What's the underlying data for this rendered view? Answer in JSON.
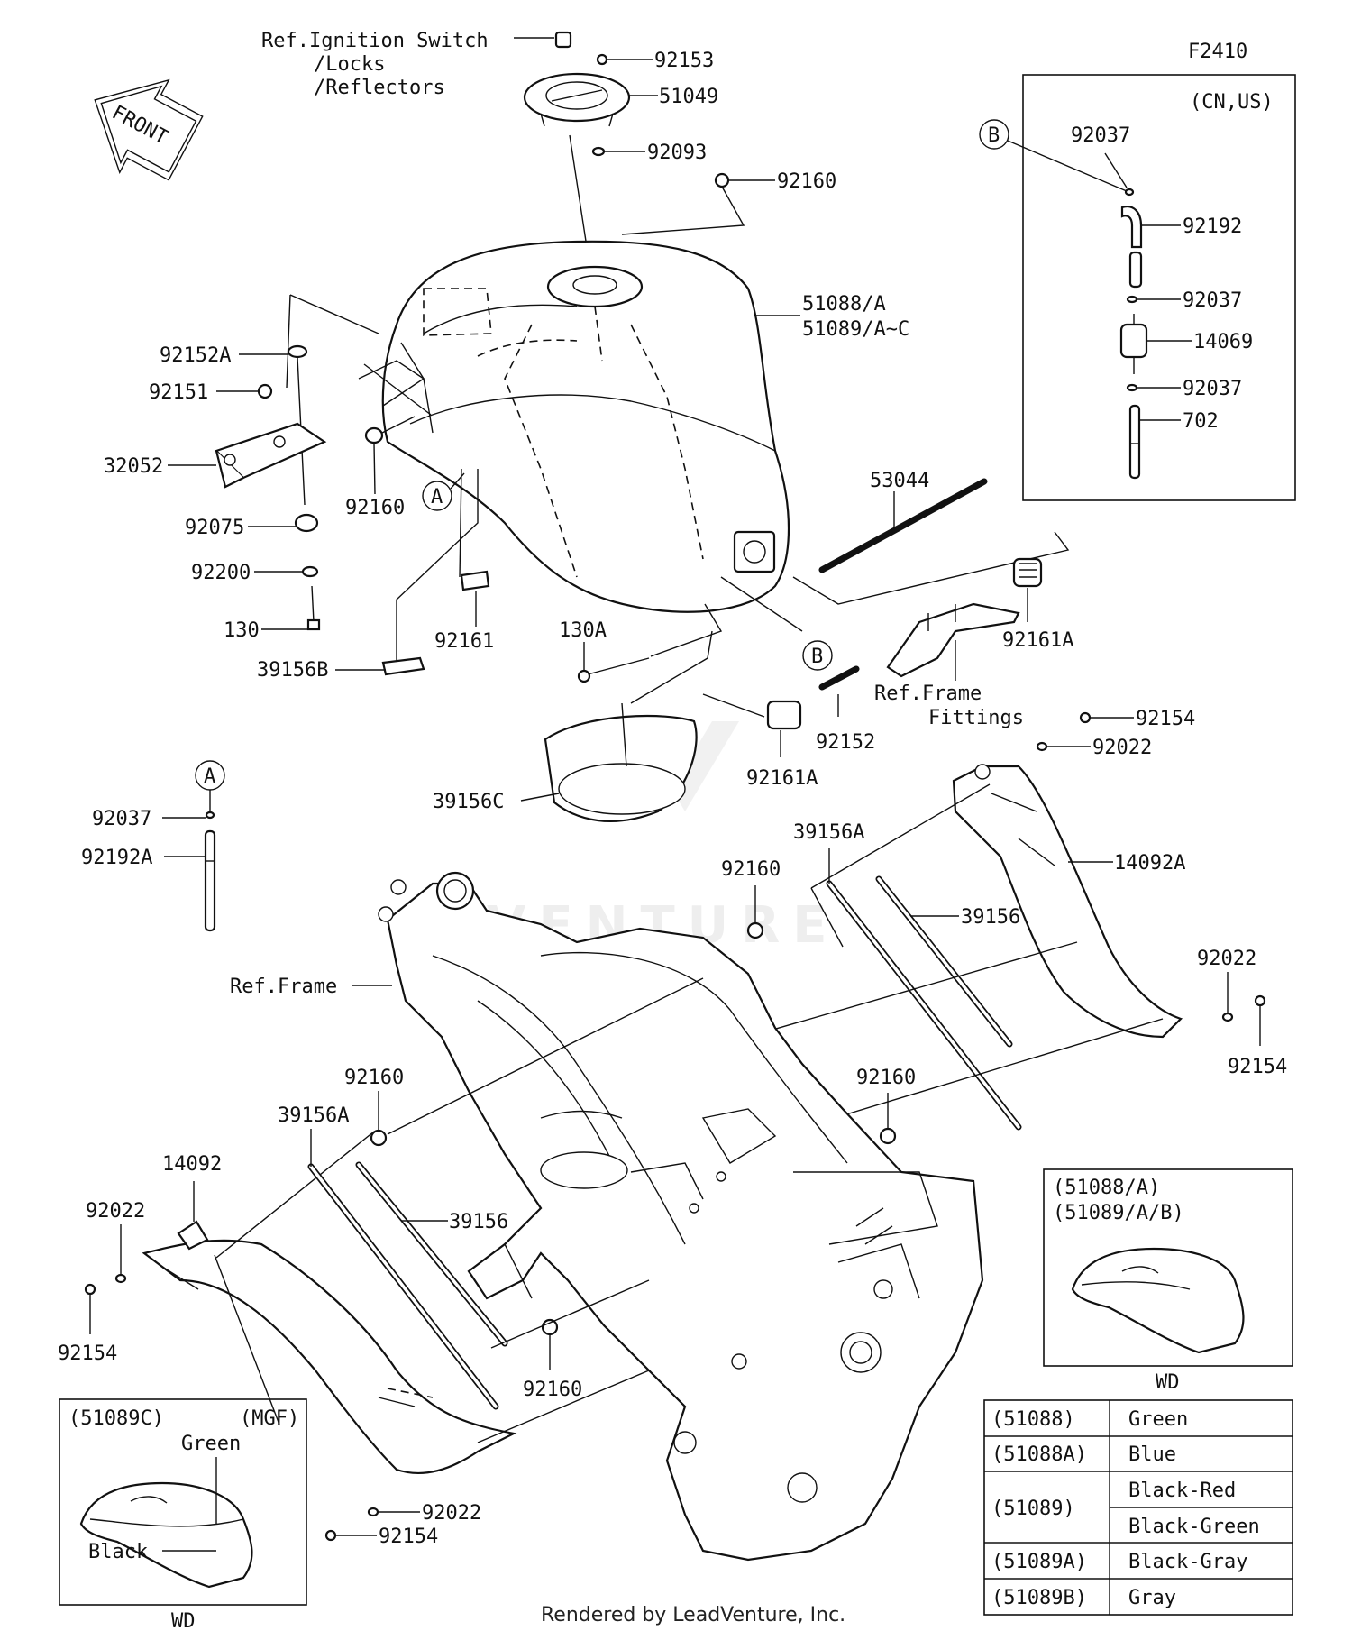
{
  "diagram_id": "F2410",
  "front_label": "FRONT",
  "footer": "Rendered by LeadVenture, Inc.",
  "refs": {
    "ignition": [
      "Ref.Ignition Switch",
      "/Locks",
      "/Reflectors"
    ],
    "frame_fittings": [
      "Ref.Frame",
      "Fittings"
    ],
    "frame": "Ref.Frame"
  },
  "callouts": {
    "A": "A",
    "B": "B"
  },
  "parts": {
    "p92153": "92153",
    "p51049": "51049",
    "p92093": "92093",
    "p92160_top": "92160",
    "p51088": "51088/A",
    "p51089": "51089/A~C",
    "p92152A": "92152A",
    "p92151": "92151",
    "p32052": "32052",
    "p92075": "92075",
    "p92200": "92200",
    "p130": "130",
    "p39156B": "39156B",
    "p92161": "92161",
    "p92160_mid": "92160",
    "p130A": "130A",
    "p53044": "53044",
    "p92161A_r": "92161A",
    "p92152": "92152",
    "p92161A_c": "92161A",
    "p39156C": "39156C",
    "p92154_r1": "92154",
    "p92022_r1": "92022",
    "p39156A_r": "39156A",
    "p14092A": "14092A",
    "p92160_r": "92160",
    "p39156_r": "39156",
    "p92022_r2": "92022",
    "p92154_r2": "92154",
    "p92160_r2": "92160",
    "p92037_l": "92037",
    "p92192A": "92192A",
    "p92160_l": "92160",
    "p39156A_l": "39156A",
    "p14092": "14092",
    "p92022_l": "92022",
    "p39156_l": "39156",
    "p92154_l": "92154",
    "p92160_b": "92160",
    "p92022_b": "92022",
    "p92154_b": "92154"
  },
  "inset_cnus": {
    "title": "(CN,US)",
    "parts": [
      "92037",
      "92192",
      "92037",
      "14069",
      "92037",
      "702"
    ]
  },
  "inset_wd_right": {
    "line1": "(51088/A)",
    "line2": "(51089/A/B)",
    "caption": "WD"
  },
  "inset_mgf": {
    "code": "(51089C)",
    "tag": "(MGF)",
    "green": "Green",
    "black": "Black",
    "caption": "WD"
  },
  "color_table": [
    {
      "code": "(51088)",
      "color": "Green"
    },
    {
      "code": "(51088A)",
      "color": "Blue"
    },
    {
      "code": "(51089)",
      "color": "Black-Red"
    },
    {
      "code": "",
      "color": "Black-Green"
    },
    {
      "code": "(51089A)",
      "color": "Black-Gray"
    },
    {
      "code": "(51089B)",
      "color": "Gray"
    }
  ],
  "colors": {
    "ink": "#111111",
    "background": "#ffffff"
  }
}
